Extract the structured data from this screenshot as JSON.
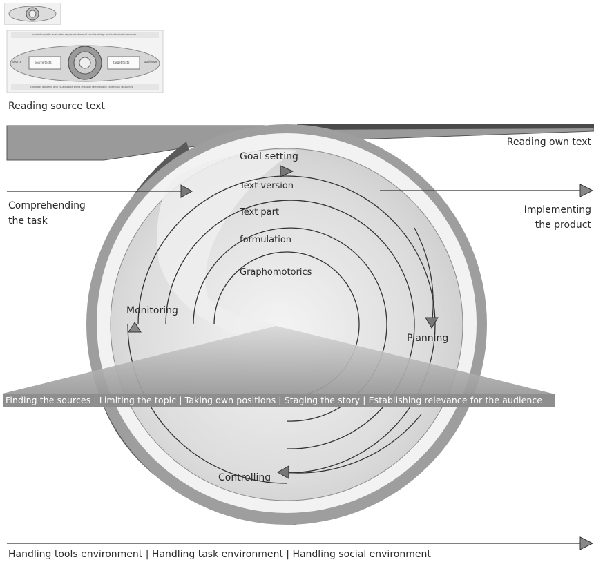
{
  "labels": {
    "reading_source_text": "Reading source text",
    "reading_own_text": "Reading own text",
    "comprehending_task_l1": "Comprehending",
    "comprehending_task_l2": "the task",
    "implementing_product_l1": "Implementing",
    "implementing_product_l2": "the product",
    "goal_setting": "Goal setting",
    "text_version": "Text version",
    "text_part": "Text part",
    "formulation": "formulation",
    "graphomotorics": "Graphomotorics",
    "monitoring": "Monitoring",
    "planning": "Planning",
    "controlling": "Controlling",
    "banner": "Finding the sources | Limiting the topic | Taking own positions | Staging the story | Establishing relevance for the audience",
    "footer": "Handling tools environment | Handling task environment | Handling social environment"
  },
  "thumbnail": {
    "top_caption": "psycholinguistic evaluated representations of social settings and contextual resources",
    "left_side": "source",
    "right_side": "audience",
    "left_box": "source texts",
    "right_box": "target texts",
    "bottom_caption": "complex, dynamic and co-adaptive world of social settings and contextual resources"
  },
  "colors": {
    "dark_band": "#5a5a5a",
    "mid_band": "#9a9a9a",
    "light_fill": "#e4e4e4",
    "line": "#3a3a3a",
    "banner": "#8e8e8e"
  }
}
